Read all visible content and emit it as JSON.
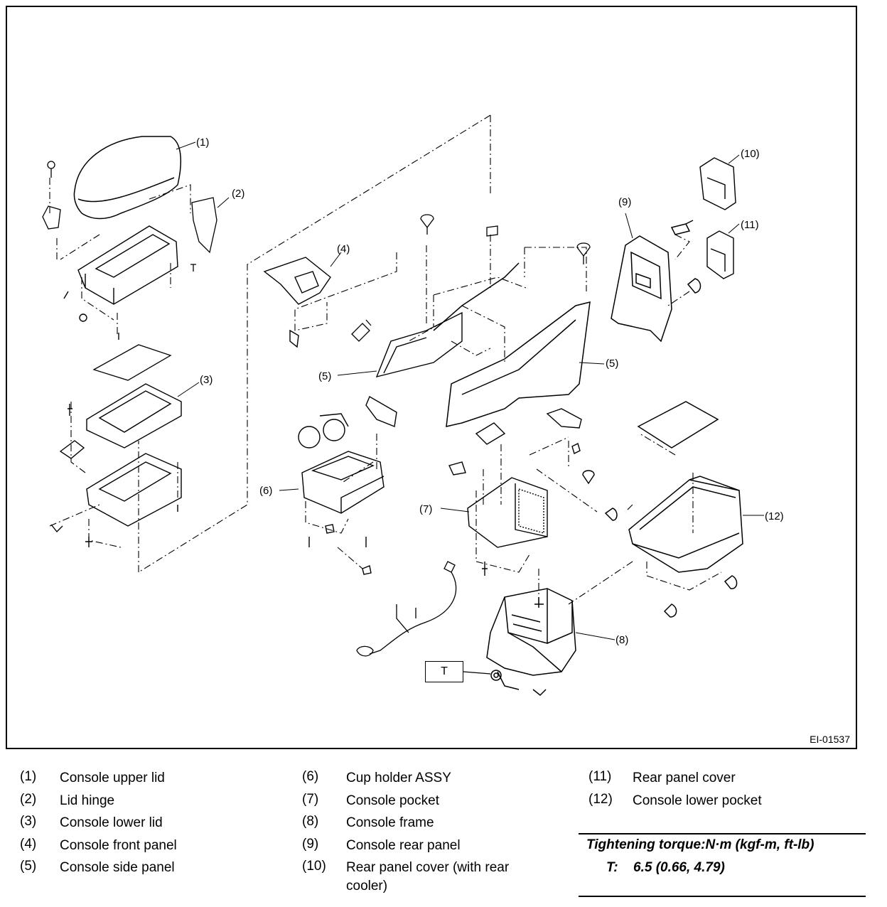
{
  "figure": {
    "id": "EI-01537",
    "torque_box_label": "T",
    "callouts": [
      "(1)",
      "(2)",
      "(3)",
      "(4)",
      "(5)",
      "(5)",
      "(6)",
      "(7)",
      "(8)",
      "(9)",
      "(10)",
      "(11)",
      "(12)"
    ]
  },
  "legend": {
    "items": [
      {
        "num": "(1)",
        "name": "Console upper lid"
      },
      {
        "num": "(2)",
        "name": "Lid hinge"
      },
      {
        "num": "(3)",
        "name": "Console lower lid"
      },
      {
        "num": "(4)",
        "name": "Console front panel"
      },
      {
        "num": "(5)",
        "name": "Console side panel"
      },
      {
        "num": "(6)",
        "name": "Cup holder ASSY"
      },
      {
        "num": "(7)",
        "name": "Console pocket"
      },
      {
        "num": "(8)",
        "name": "Console frame"
      },
      {
        "num": "(9)",
        "name": "Console rear panel"
      },
      {
        "num": "(10)",
        "name": "Rear panel cover (with rear cooler)"
      },
      {
        "num": "(11)",
        "name": "Rear panel cover"
      },
      {
        "num": "(12)",
        "name": "Console lower pocket"
      }
    ]
  },
  "torque": {
    "heading": "Tightening torque:N·m (kgf-m, ft-lb)",
    "label": "T:",
    "value": "6.5 (0.66, 4.79)"
  }
}
